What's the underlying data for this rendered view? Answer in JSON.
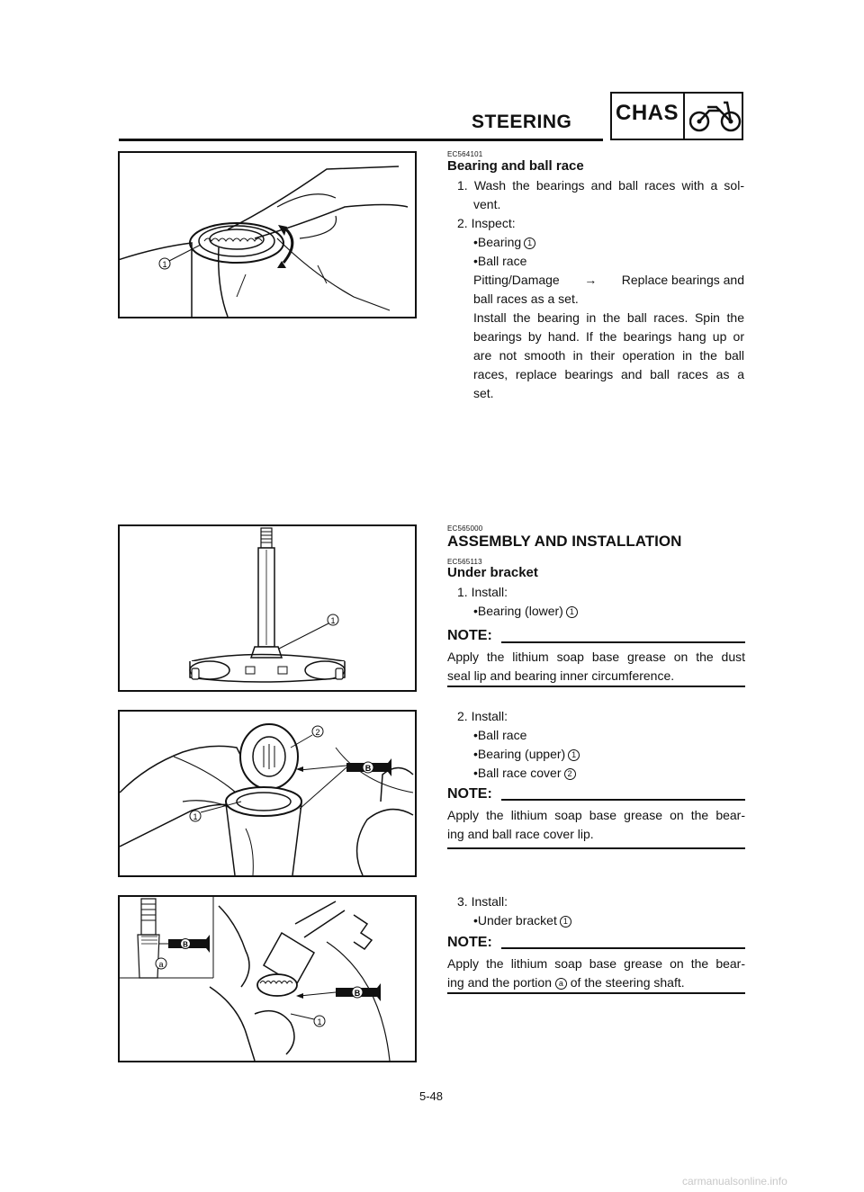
{
  "header": {
    "title": "STEERING",
    "badge": "CHAS",
    "badge_icon": "motorcycle-icon"
  },
  "section1": {
    "code": "EC564101",
    "heading": "Bearing and ball race",
    "step1_a": "1.  Wash the bearings and ball races with a sol-",
    "step1_b": "vent.",
    "step2": "2.  Inspect:",
    "bullet1": "Bearing",
    "bullet1_ref": "1",
    "bullet2": "Ball race",
    "pd_a": "Pitting/Damage",
    "arrow": "→",
    "pd_b": "Replace bearings and",
    "pd_c": "ball races as a set.",
    "install_lines": [
      "Install the bearing in the ball races. Spin the",
      "bearings by hand. If the bearings hang up or",
      "are not smooth in their operation in the ball",
      "races, replace bearings and ball races as a",
      "set."
    ]
  },
  "section2": {
    "code": "EC565000",
    "heading": "ASSEMBLY AND INSTALLATION",
    "sub_code": "EC565113",
    "sub_heading": "Under bracket",
    "step1": "1.  Install:",
    "step1_bullet": "Bearing (lower)",
    "step1_ref": "1",
    "note_label": "NOTE:",
    "note1_lines": [
      "Apply the lithium soap base grease on the dust",
      "seal lip and bearing inner circumference."
    ],
    "step2": "2.  Install:",
    "step2_b1": "Ball race",
    "step2_b2": "Bearing (upper)",
    "step2_b2_ref": "1",
    "step2_b3": "Ball race cover",
    "step2_b3_ref": "2",
    "note2_lines": [
      "Apply the lithium soap base grease on the bear-",
      "ing and ball race cover lip."
    ],
    "step3": "3.  Install:",
    "step3_b1": "Under bracket",
    "step3_b1_ref": "1",
    "note3_line1": "Apply the lithium soap base grease on the bear-",
    "note3_line2_a": "ing and the portion",
    "note3_line2_ref": "a",
    "note3_line2_b": "of the steering shaft."
  },
  "figures": {
    "fig1_callout": "1",
    "fig2_callout": "1",
    "fig3_callouts": [
      "2",
      "1"
    ],
    "fig3_grease": "B",
    "fig4_callouts": [
      "a",
      "1"
    ],
    "fig4_grease": "B"
  },
  "page_number": "5-48",
  "footer": "carmanualsonline.info"
}
